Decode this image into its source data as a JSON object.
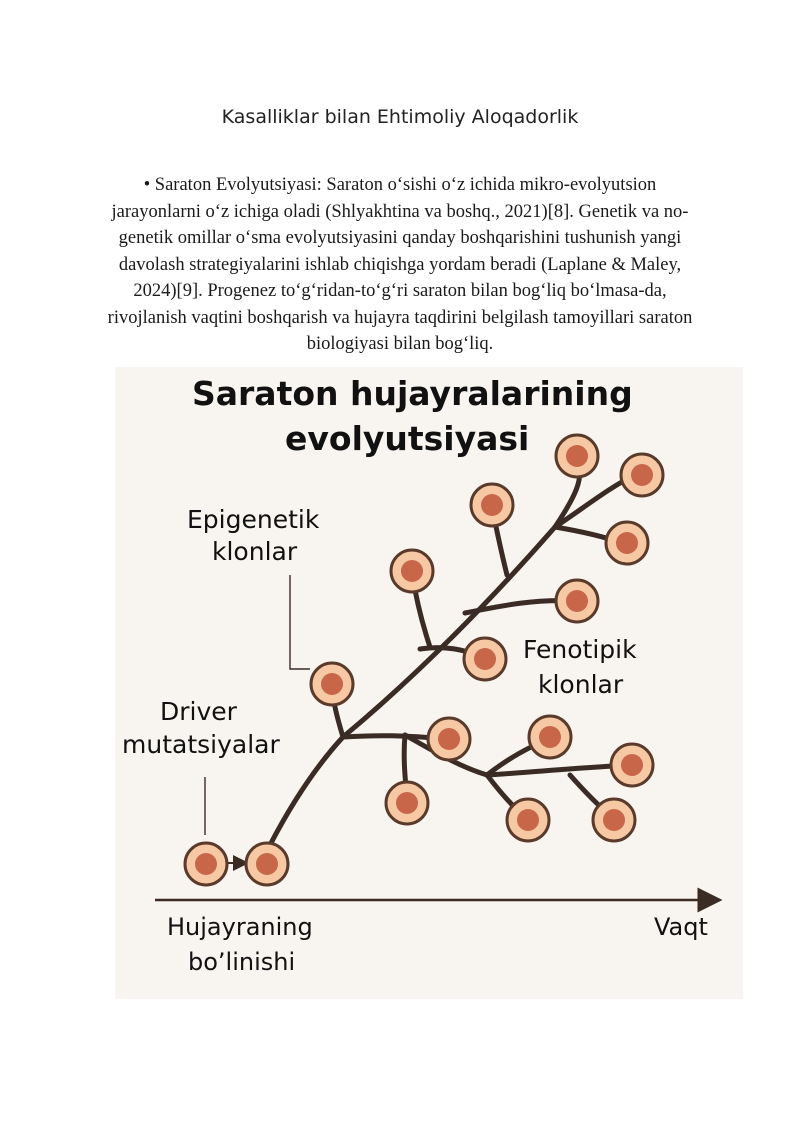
{
  "heading": "Kasalliklar bilan Ehtimoliy Aloqadorlik",
  "paragraph": "• Saraton Evolyutsiyasi: Saraton oʻsishi oʻz ichida mikro-evolyutsion jarayonlarni oʻz ichiga oladi (Shlyakhtina va boshq., 2021)[8]. Genetik va no-genetik omillar oʻsma evolyutsiyasini qanday boshqarishini tushunish yangi davolash strategiyalarini ishlab chiqishga yordam beradi (Laplane & Maley, 2024)[9]. Progenez toʻgʻridan-toʻgʻri saraton bilan bogʻliq boʻlmasa-da, rivojlanish vaqtini boshqarish va hujayra taqdirini belgilash tamoyillari saraton biologiyasi bilan bogʻliq.",
  "figure": {
    "title_line1": "Saraton hujayralarining",
    "title_line2": "evolyutsiyasi",
    "label_epigenetic_1": "Epigenetik",
    "label_epigenetic_2": "klonlar",
    "label_driver_1": "Driver",
    "label_driver_2": "mutatsiyalar",
    "label_phenotypic_1": "Fenotipik",
    "label_phenotypic_2": "klonlar",
    "axis_left_1": "Hujayraning",
    "axis_left_2": "bo’linishi",
    "axis_right": "Vaqt",
    "colors": {
      "cell_fill": "#f6c9a4",
      "cell_ring": "#5a3a2a",
      "nucleus": "#c8664a",
      "branch": "#3a2b25",
      "background": "#f8f4ef"
    }
  }
}
